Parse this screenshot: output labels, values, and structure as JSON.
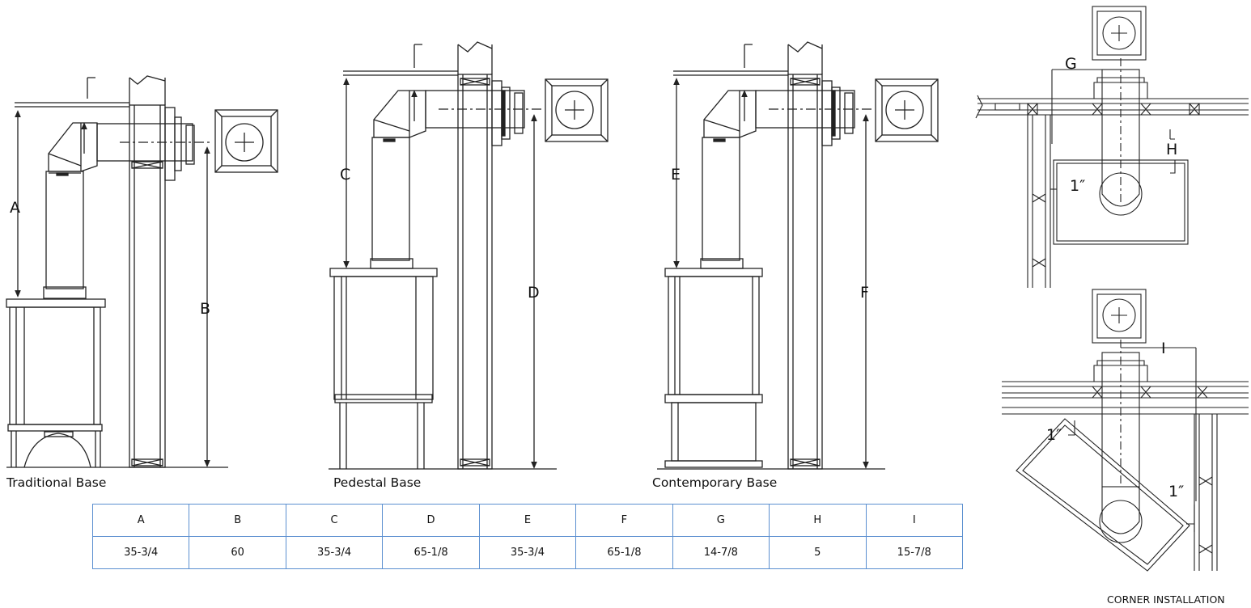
{
  "captions": {
    "traditional": "Traditional Base",
    "pedestal": "Pedestal Base",
    "contemporary": "Contemporary Base",
    "corner": "CORNER INSTALLATION"
  },
  "dimension_labels": {
    "A": "A",
    "B": "B",
    "C": "C",
    "D": "D",
    "E": "E",
    "F": "F",
    "G": "G",
    "H": "H",
    "I": "I",
    "one_inch": "1″"
  },
  "table": {
    "headers": [
      "A",
      "B",
      "C",
      "D",
      "E",
      "F",
      "G",
      "H",
      "I"
    ],
    "values": [
      "35-3/4",
      "60",
      "35-3/4",
      "65-1/8",
      "35-3/4",
      "65-1/8",
      "14-7/8",
      "5",
      "15-7/8"
    ]
  },
  "colors": {
    "table_border": "#5b8fd0",
    "line": "#222222"
  }
}
